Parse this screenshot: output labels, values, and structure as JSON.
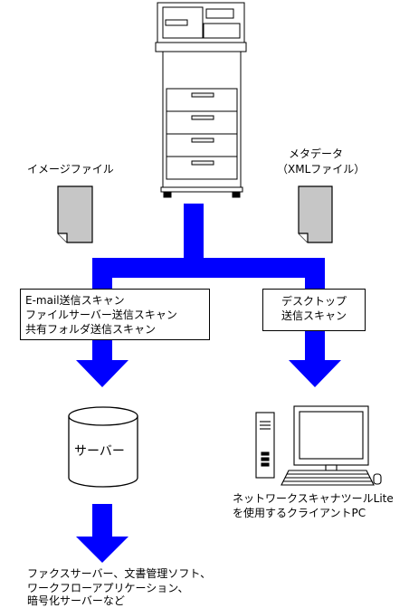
{
  "labels": {
    "image_file": "イメージファイル",
    "metadata_line1": "メタデータ",
    "metadata_line2": "（XMLファイル）",
    "left_box": [
      "E-mail送信スキャン",
      "ファイルサーバー送信スキャン",
      "共有フォルダ送信スキャン"
    ],
    "right_box": [
      "デスクトップ",
      "送信スキャン"
    ],
    "server": "サーバー",
    "pc_caption": [
      "ネットワークスキャナツールLite",
      "を使用するクライアントPC"
    ],
    "bottom_caption": [
      "ファクスサーバー、文書管理ソフト、",
      "ワークフローアプリケーション、",
      "暗号化サーバーなど"
    ]
  },
  "colors": {
    "arrow": "#0000ff",
    "document_fill": "#c6c6c6",
    "outline": "#000000"
  }
}
